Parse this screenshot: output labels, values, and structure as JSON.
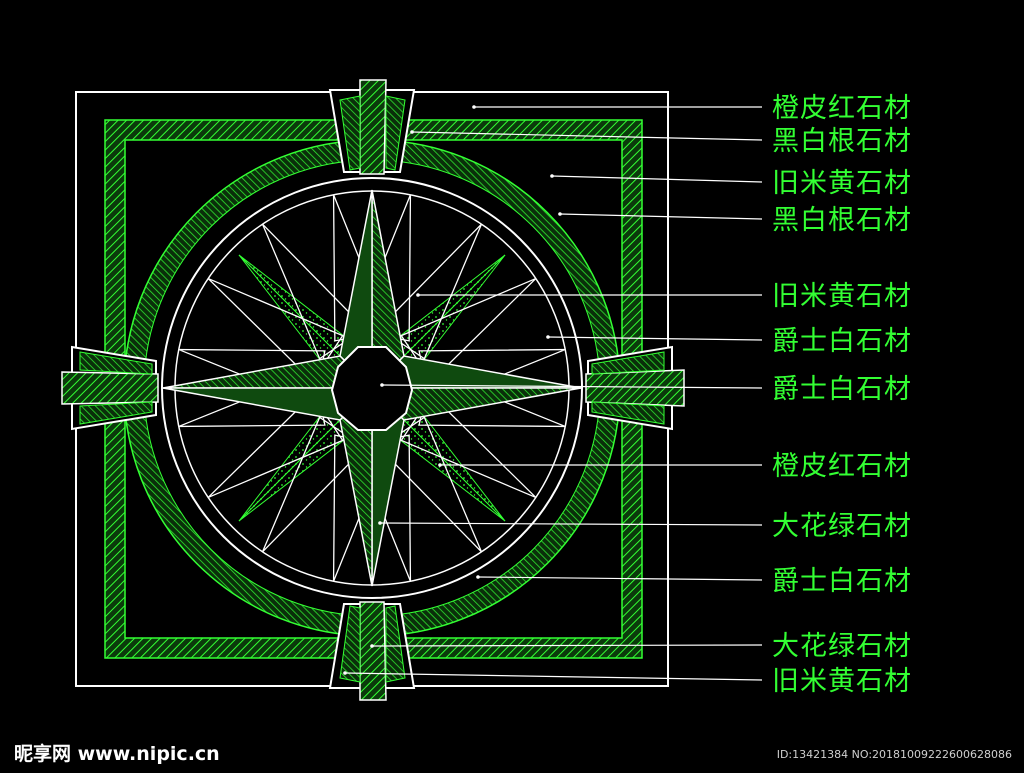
{
  "labels": [
    "橙皮红石材",
    "黑白根石材",
    "旧米黄石材",
    "黑白根石材",
    "旧米黄石材",
    "爵士白石材",
    "爵士白石材",
    "橙皮红石材",
    "大花绿石材",
    "爵士白石材",
    "大花绿石材",
    "旧米黄石材"
  ],
  "watermark": {
    "logo": "昵享网 www.nipic.cn",
    "id": "ID:13421384 NO:20181009222600628086"
  },
  "colors": {
    "background": "#000000",
    "cad_green": "#33ff33",
    "line_white": "#ffffff"
  }
}
